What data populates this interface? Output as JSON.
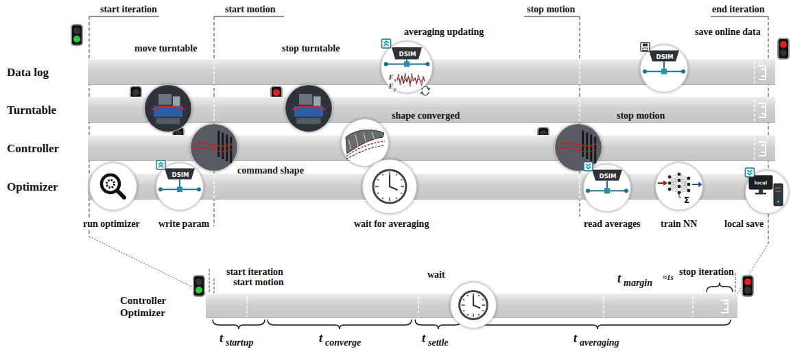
{
  "diagram": {
    "nodes": [
      {
        "text": [
          "Data log"
        ]
      },
      {
        "text": [
          "Turntable"
        ]
      },
      {
        "text": [
          "Controller"
        ]
      },
      {
        "text": [
          "Optimizer"
        ]
      },
      {
        "text": [
          "averaging updating",
          "DSIM",
          "F",
          "x",
          "F",
          "y"
        ]
      },
      {
        "text": [
          "save online data",
          "DSIM"
        ]
      },
      {
        "text": [
          "move turntable"
        ]
      },
      {
        "text": [
          "stop turntable"
        ]
      },
      {
        "text": [
          "command shape"
        ]
      },
      {
        "text": [
          "shape converged"
        ]
      },
      {
        "text": [
          "stop motion"
        ]
      },
      {
        "text": [
          "run optimizer"
        ]
      },
      {
        "text": [
          "write param",
          "DSIM"
        ]
      },
      {
        "text": [
          "wait for averaging"
        ]
      },
      {
        "text": [
          "read averages",
          "DSIM"
        ]
      },
      {
        "text": [
          "train NN",
          "Σ"
        ]
      },
      {
        "text": [
          "local save",
          "local"
        ]
      },
      {
        "text": [
          "Controller",
          "Optimizer"
        ]
      },
      {
        "text": [
          "wait"
        ]
      }
    ],
    "labels": [
      "start iteration",
      "start motion",
      "stop motion",
      "end iteration",
      "start iteration",
      "start motion",
      "stop iteration",
      "t",
      "startup",
      "t",
      "converge",
      "t",
      "settle",
      "t",
      "averaging",
      "t",
      "margin",
      "≈1s"
    ]
  }
}
